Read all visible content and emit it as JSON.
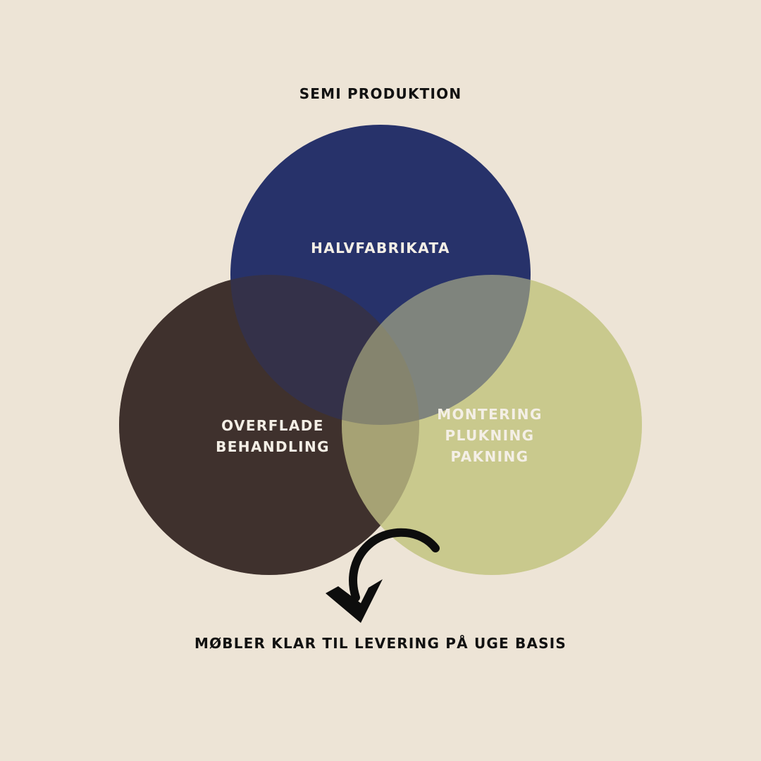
{
  "title": "SEMI PRODUKTION",
  "circles": {
    "top": {
      "label": "HALVFABRIKATA",
      "color": "#27326a"
    },
    "left": {
      "lines": [
        "OVERFLADE",
        "BEHANDLING"
      ],
      "color": "#3f312d"
    },
    "right": {
      "lines": [
        "MONTERING",
        "PLUKNING",
        "PAKNING"
      ],
      "color": "#c8c98d"
    }
  },
  "arrow_icon": "curved-arrow-down-icon",
  "footer": "MØBLER KLAR TIL LEVERING PÅ UGE BASIS",
  "colors": {
    "background": "#ede4d6",
    "text_dark": "#111111",
    "text_light": "#f4efe6"
  }
}
